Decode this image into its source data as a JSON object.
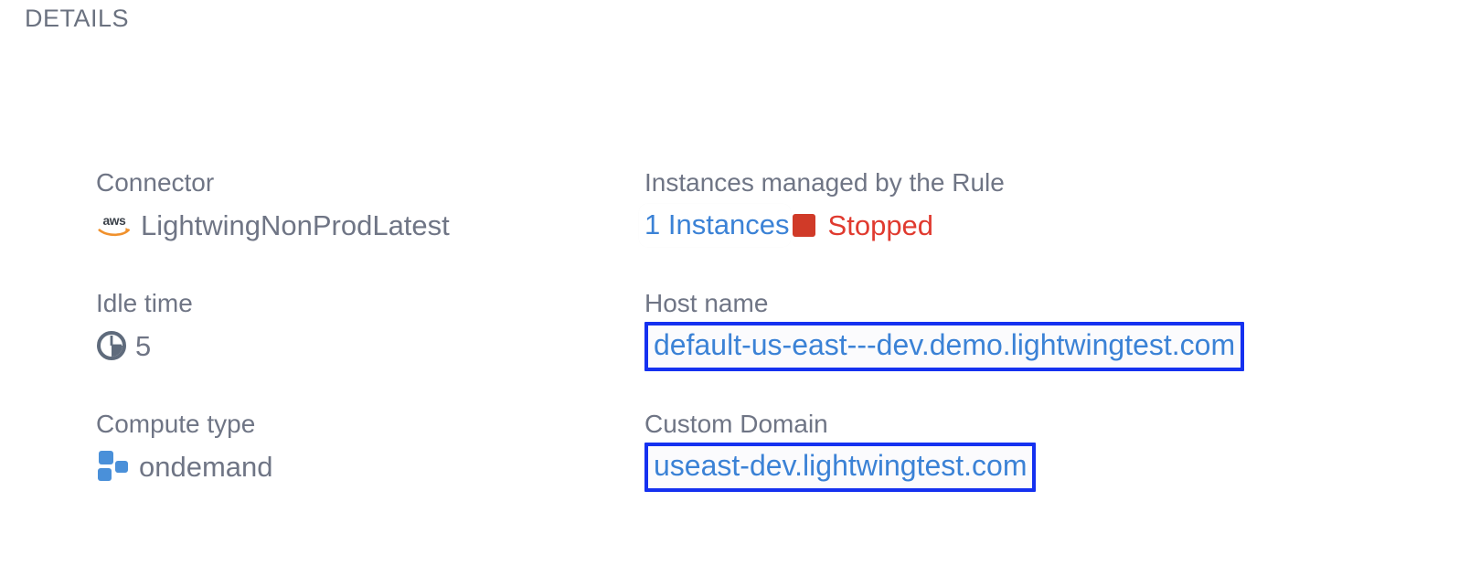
{
  "section": {
    "title": "DETAILS"
  },
  "fields": {
    "connector": {
      "label": "Connector",
      "value": "LightwingNonProdLatest",
      "icon": "aws-logo-icon"
    },
    "instances_managed": {
      "label": "Instances managed by the Rule",
      "count_link": "1 Instances",
      "status_label": "Stopped",
      "status_icon": "stopped-square-icon",
      "status_color": "#e03a2f",
      "link_color": "#3b82d6"
    },
    "idle_time": {
      "label": "Idle time",
      "value": "5",
      "icon": "pie-clock-icon"
    },
    "host_name": {
      "label": "Host name",
      "value": "default-us-east---dev.demo.lightwingtest.com",
      "highlight_color": "#1531f0"
    },
    "compute_type": {
      "label": "Compute type",
      "value": "ondemand",
      "icon": "compute-blocks-icon"
    },
    "custom_domain": {
      "label": "Custom Domain",
      "value": "useast-dev.lightwingtest.com",
      "highlight_color": "#1531f0"
    }
  },
  "colors": {
    "label_gray": "#6f7585",
    "link_blue": "#3b82d6",
    "highlight_blue": "#1531f0",
    "status_red": "#e03a2f",
    "icon_blue": "#4a90d9",
    "aws_orange": "#f0912d",
    "page_background": "#ffffff"
  }
}
